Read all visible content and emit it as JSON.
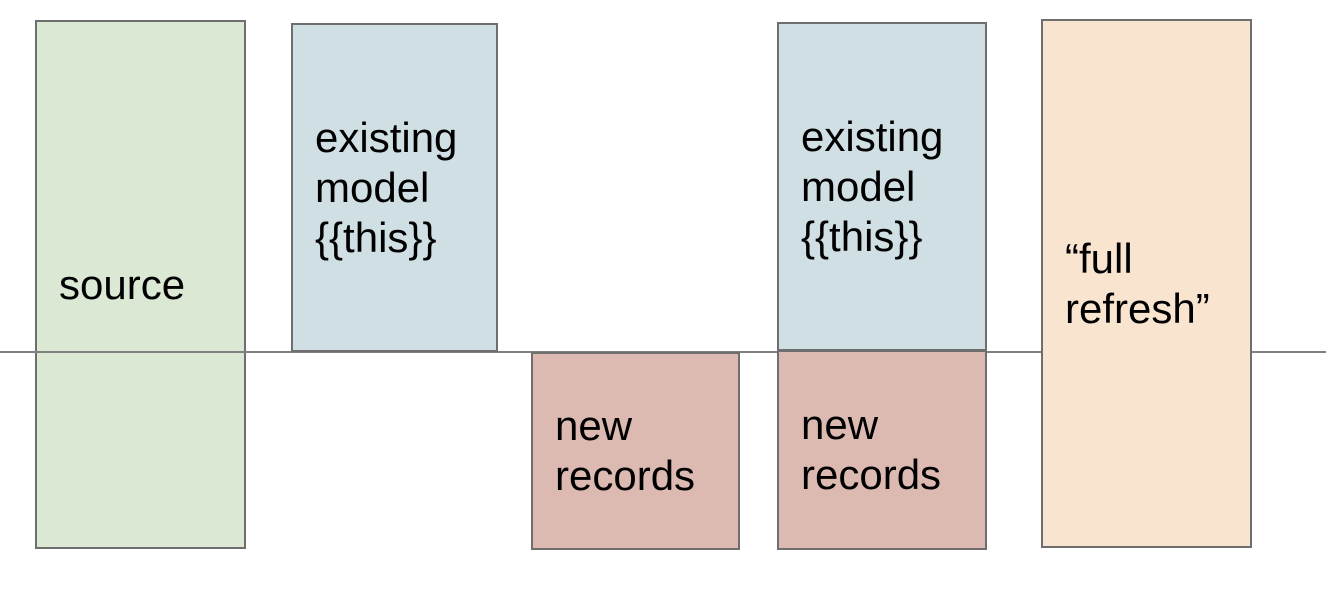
{
  "colors": {
    "background": "#ffffff",
    "box_border": "#6e6e6e",
    "divider_line": "#808080",
    "text": "#000000",
    "source_fill": "#dbe8d3",
    "existing_model_fill": "#d0dfe3",
    "new_records_fill": "#dcb9b1",
    "full_refresh_fill": "#f9e4d0"
  },
  "boxes": [
    {
      "id": "source",
      "label": "source",
      "lines": [
        "source"
      ],
      "fill": "#dbe8d3"
    },
    {
      "id": "existing-model-1",
      "label": "existing model {{this}}",
      "lines": [
        "existing",
        "model",
        "{{this}}"
      ],
      "fill": "#d0dfe3"
    },
    {
      "id": "new-records-1",
      "label": "new records",
      "lines": [
        "new",
        "records"
      ],
      "fill": "#dcb9b1"
    },
    {
      "id": "existing-model-2",
      "label": "existing model {{this}}",
      "lines": [
        "existing",
        "model",
        "{{this}}"
      ],
      "fill": "#d0dfe3"
    },
    {
      "id": "new-records-2",
      "label": "new records",
      "lines": [
        "new",
        "records"
      ],
      "fill": "#dcb9b1"
    },
    {
      "id": "full-refresh",
      "label": "“full refresh”",
      "lines": [
        "“full",
        "refresh”"
      ],
      "fill": "#f9e4d0"
    }
  ]
}
